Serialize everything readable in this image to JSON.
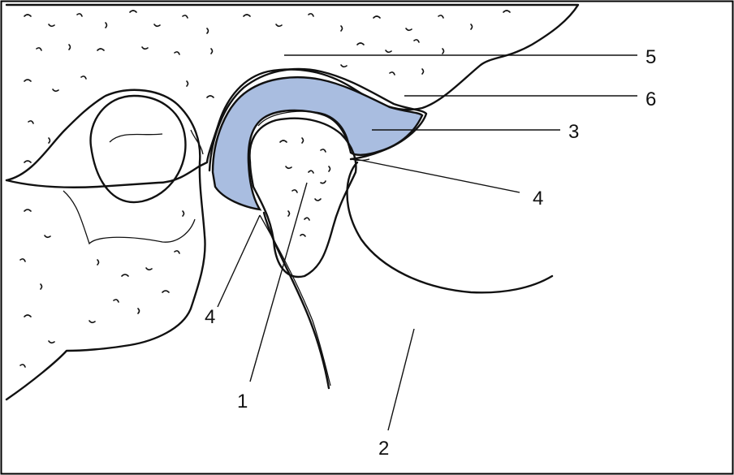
{
  "figure": {
    "colors": {
      "background": "#ffffff",
      "frame": "#000000",
      "ink": "#111111",
      "disc": "#a9bde0"
    },
    "labels": {
      "l1": "1",
      "l2": "2",
      "l3": "3",
      "l4a": "4",
      "l4b": "4",
      "l5": "5",
      "l6": "6"
    }
  }
}
